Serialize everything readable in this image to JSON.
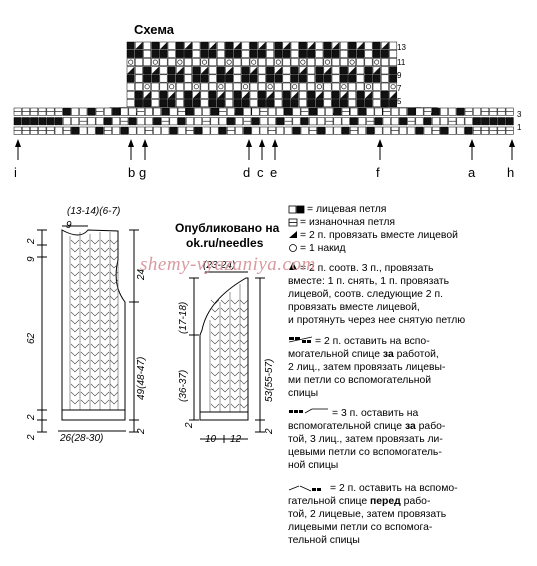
{
  "chart_title": "Схема",
  "row_numbers": [
    "13",
    "11",
    "9",
    "7",
    "5",
    "3",
    "1"
  ],
  "markers": [
    "i",
    "b",
    "g",
    "d",
    "c",
    "e",
    "f",
    "a",
    "h"
  ],
  "published": {
    "line1": "Опубликовано на",
    "line2": "ok.ru/needles"
  },
  "watermark": "shemy-vyazaniya.com",
  "back_dims": {
    "top_shoulder": "(13-14)(6-7)",
    "left_top1": "2",
    "left_top2": "9",
    "top_nine": "9",
    "left_main": "62",
    "right_armhole": "24",
    "right_body": "49(48-47)",
    "bottom_two_left": "2",
    "bottom_two_left2": "2",
    "bottom_two_right": "2",
    "bottom_width": "26(28-30)"
  },
  "sleeve_dims": {
    "top": "(23-24)",
    "left_cap": "(17-18)",
    "left_body": "(36-37)",
    "right_body": "53(55-57)",
    "bottom_two_left": "2",
    "bottom_two_right": "2",
    "bottom_left": "10",
    "bottom_right": "12"
  },
  "legend": {
    "l1": "= лицевая петля",
    "l2": "= изнаночная петля",
    "l3": "= 2 п. провязать вместе лицевой",
    "l4": "= 1 накид",
    "l5a": "= 2 п. соотв. 3 п., провязать",
    "l5b": "вместе: 1 п. снять, 1 п. провязать",
    "l5c": "лицевой, соотв. следующие 2 п.",
    "l5d": "провязать вместе лицевой,",
    "l5e": "и протянуть через нее снятую петлю",
    "l6a": "= 2 п. оставить на вспо-",
    "l6b_pre": "могательной спице ",
    "l6b_bold": "за",
    "l6b_post": " работой,",
    "l6c": "2 лиц., затем провязать лицевы-",
    "l6d": "ми петли со вспомогательной",
    "l6e": "спицы",
    "l7a": "= 3 п. оставить на",
    "l7b_pre": "вспомогательной спице ",
    "l7b_bold": "за",
    "l7b_post": " рабо-",
    "l7c": "той, 3 лиц., затем провязать ли-",
    "l7d": "цевыми петли со вспомогатель-",
    "l7e": "ной спицы",
    "l8a": "= 2 п. оставить на вспомо-",
    "l8b_pre": "гательной спице ",
    "l8b_bold": "перед",
    "l8b_post": " рабо-",
    "l8c": "той, 2 лицевые, затем провязать",
    "l8d": "лицевыми петли со вспомога-",
    "l8e": "тельной спицы"
  }
}
